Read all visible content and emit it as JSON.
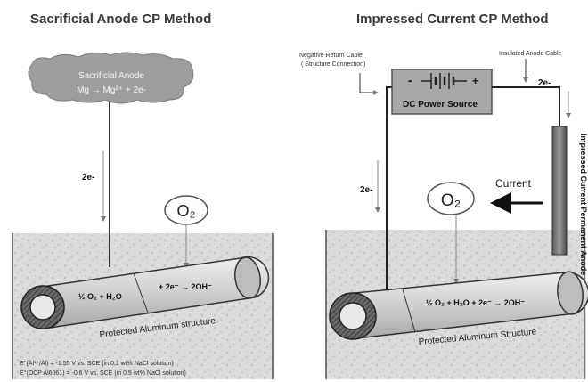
{
  "left": {
    "title": "Sacrificial Anode CP Method",
    "anode_label": "Sacrificial Anode",
    "anode_reaction": "Mg → Mg²⁺ + 2e-",
    "electron_label": "2e-",
    "oxygen_label": "O₂",
    "pipe_reaction_a": "½ O₂ + H₂O",
    "pipe_reaction_b": "+ 2e⁻ → 2OH⁻",
    "structure_label": "Protected Aluminum structure",
    "footnote_1": "E°(Al³⁺/Al) = -1.55 V vs. SCE (in 0.1 wt% NaCl solution)",
    "footnote_2": "E°(OCP Al6061) = -0.6 V vs. SCE (in 0.5 wt% NaCl solution)"
  },
  "right": {
    "title": "Impressed Current CP Method",
    "return_cable_label_1": "Negative Return Cable",
    "return_cable_label_2": "( Structure Connection)",
    "anode_cable_label": "Insulated Anode Cable",
    "battery_neg": "-",
    "battery_pos": "+",
    "power_label": "DC Power Source",
    "electron_label_top": "2e-",
    "electron_label_side": "2e-",
    "current_label": "Current",
    "oxygen_label": "O₂",
    "anode_label": "Impressed Current Permanent Anode",
    "pipe_reaction": "½ O₂ + H₂O + 2e⁻ → 2OH⁻",
    "structure_label": "Protected Aluminum Structure"
  },
  "colors": {
    "soil": "#d9d9d9",
    "pipe": "#c8c8c8",
    "pipe_dark": "#5a5a5a",
    "anode": "#8a8a8a",
    "line": "#333333"
  }
}
